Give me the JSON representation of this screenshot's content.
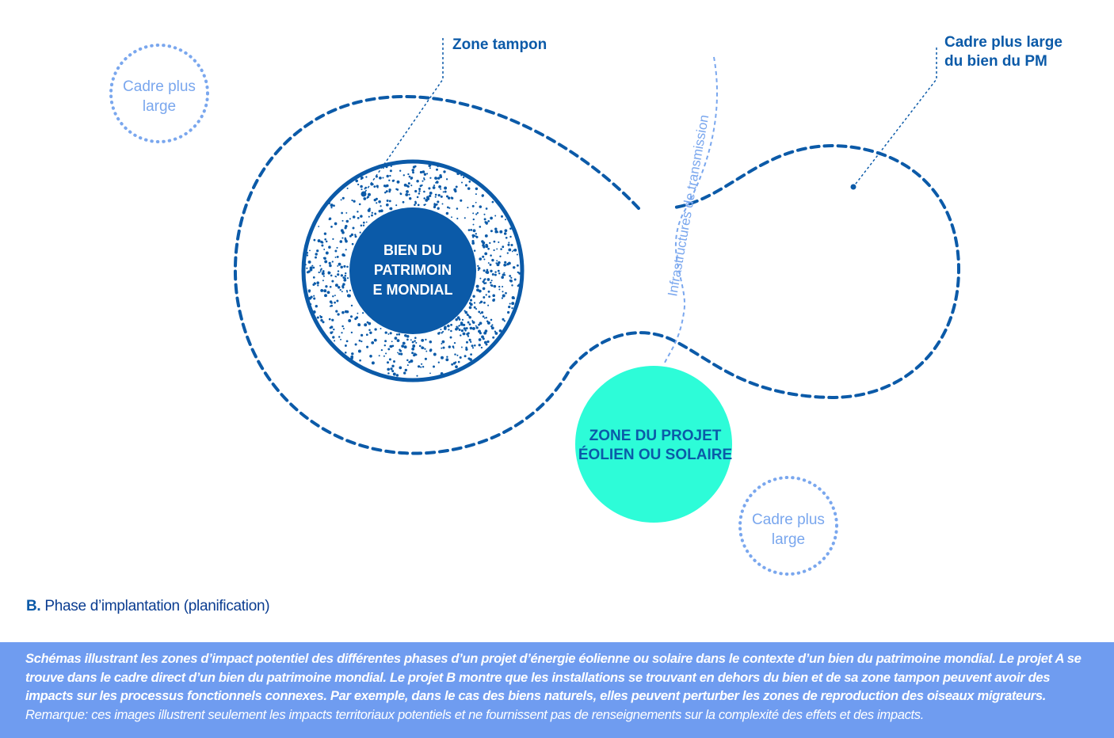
{
  "diagram": {
    "labels": {
      "buffer_zone": "Zone tampon",
      "wider_setting_pm_line1": "Cadre plus large",
      "wider_setting_pm_line2": "du bien du PM",
      "wider_setting_line1": "Cadre plus",
      "wider_setting_line2": "large",
      "transmission": "Infrastructures de transmission",
      "heritage_line1": "BIEN DU",
      "heritage_line2": "PATRIMOIN",
      "heritage_line3": "E MONDIAL",
      "project_line1": "ZONE DU PROJET",
      "project_line2": "ÉOLIEN OU SOLAIRE"
    },
    "colors": {
      "dark_blue": "#0b5aa8",
      "light_blue": "#7aa7ee",
      "project_teal": "#2dfcd8",
      "caption_bg": "#6f9cf0"
    }
  },
  "phase": {
    "letter": "B.",
    "text": "Phase d’implantation (planification)"
  },
  "caption": {
    "bold_text": "Schémas illustrant les zones d’impact potentiel des différentes phases d’un projet d’énergie éolienne ou solaire dans le contexte d’un bien du patrimoine mondial. Le projet A se trouve dans le cadre direct d’un bien du patrimoine mondial. Le projet B montre que les installations se trouvant en dehors du bien et de sa zone tampon peuvent avoir des impacts sur les processus fonctionnels connexes. Par exemple, dans le cas des biens naturels, elles peuvent perturber les zones de reproduction des oiseaux migrateurs.",
    "normal_text": " Remarque: ces images illustrent seulement les impacts territoriaux potentiels et ne fournissent pas de renseignements sur la complexité des effets et des impacts."
  }
}
